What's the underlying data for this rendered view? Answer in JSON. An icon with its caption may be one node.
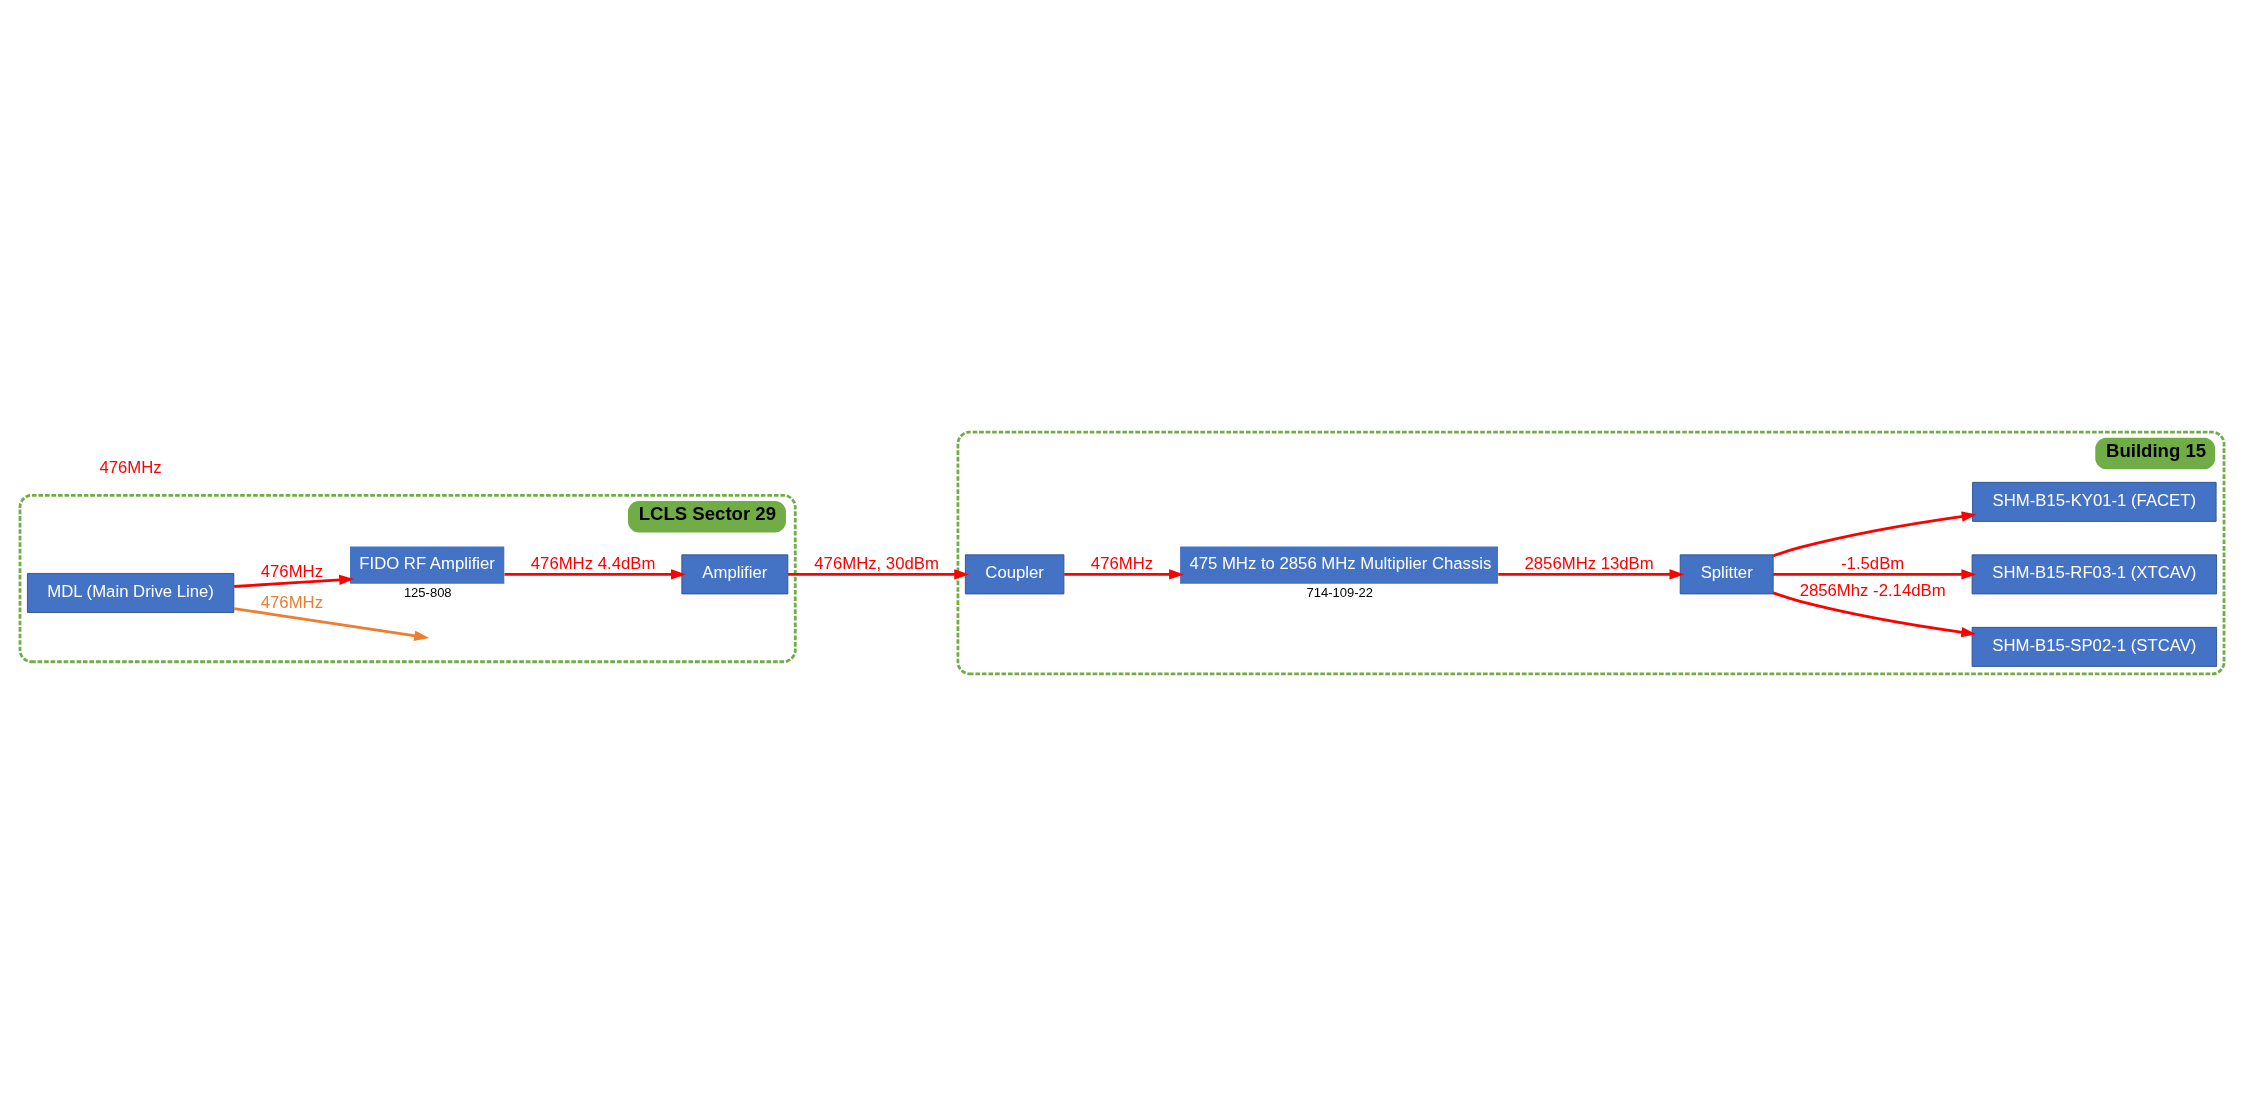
{
  "diagram": {
    "nodes": [
      {
        "text": [
          "LCLS Sector 29"
        ]
      },
      {
        "text": [
          "MDL (Main Drive Line)"
        ],
        "in": 0
      },
      {
        "text": [
          "FIDO RF Amplifier"
        ],
        "beside": [
          "125-808"
        ],
        "in": 0
      },
      {
        "text": [
          "Amplifier"
        ],
        "in": 0
      },
      {
        "text": [
          "Building 15"
        ]
      },
      {
        "text": [
          "Coupler"
        ],
        "in": 4
      },
      {
        "text": [
          "475 MHz to 2856 MHz Multiplier Chassis"
        ],
        "beside": [
          "714-109-22"
        ],
        "in": 4
      },
      {
        "text": [
          "Splitter"
        ],
        "in": 4
      },
      {
        "text": [
          "SHM-B15-SP02-1 (STCAV)"
        ],
        "in": 4
      },
      {
        "text": [
          "SHM-B15-RF03-1 (XTCAV)"
        ],
        "in": 4
      },
      {
        "text": [
          "SHM-B15-KY01-1 (FACET)"
        ],
        "in": 4
      }
    ],
    "edges": [
      {
        "from": 1,
        "to": null,
        "arrow": "to",
        "label": "476MHz",
        "color": "#ed7d31"
      },
      {
        "from": 1,
        "to": 2,
        "arrow": "to",
        "label": "476MHz"
      },
      {
        "from": 2,
        "to": 3,
        "arrow": "to",
        "label": "476MHz 4.4dBm"
      },
      {
        "from": 3,
        "to": 5,
        "arrow": "to",
        "label": "476MHz, 30dBm"
      },
      {
        "from": 5,
        "to": 6,
        "arrow": "to",
        "label": "476MHz"
      },
      {
        "from": 6,
        "to": 7,
        "arrow": "to",
        "label": "2856MHz 13dBm"
      },
      {
        "from": 7,
        "to": 8,
        "arrow": "to",
        "label": "2856Mhz -2.14dBm"
      },
      {
        "from": 7,
        "to": 9,
        "arrow": "to",
        "label": "-1.5dBm"
      },
      {
        "from": 7,
        "to": 10,
        "arrow": "to"
      }
    ],
    "labels": [
      "476MHz"
    ]
  }
}
